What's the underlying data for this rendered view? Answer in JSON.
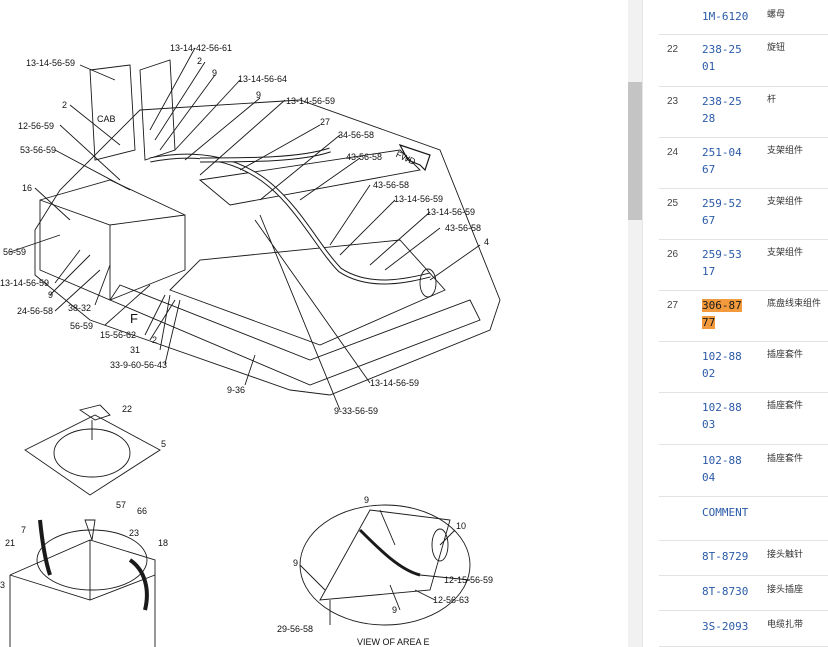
{
  "diagram": {
    "labels": [
      "13-14-56-59",
      "13-14-42-56-61",
      "2",
      "9",
      "13-14-56-64",
      "9",
      "13-14-56-59",
      "2",
      "CAB",
      "27",
      "12-56-59",
      "34-56-58",
      "53-56-59",
      "43-56-58",
      "16",
      "43-56-58",
      "13-14-56-59",
      "13-14-56-59",
      "56-59",
      "43-56-58",
      "4",
      "13-14-56-59",
      "9",
      "38-32",
      "24-56-58",
      "F",
      "56-59",
      "15-56-62",
      "2",
      "31",
      "33-9-60-56-43",
      "9-36",
      "13-14-56-59",
      "9-33-56-59",
      "22",
      "5",
      "57",
      "66",
      "7",
      "23",
      "21",
      "18",
      "3",
      "9",
      "10",
      "9",
      "12-15-56-59",
      "12-56-63",
      "9",
      "29-56-58",
      "VIEW OF AREA E"
    ],
    "fwd_label": "FWD"
  },
  "parts": [
    {
      "pos": "",
      "number": "1M-6120",
      "name": "螺母",
      "highlight": false
    },
    {
      "pos": "22",
      "number": "238-2501",
      "name": "旋钮",
      "highlight": false
    },
    {
      "pos": "23",
      "number": "238-2528",
      "name": "杆",
      "highlight": false
    },
    {
      "pos": "24",
      "number": "251-0467",
      "name": "支架组件",
      "highlight": false
    },
    {
      "pos": "25",
      "number": "259-5267",
      "name": "支架组件",
      "highlight": false
    },
    {
      "pos": "26",
      "number": "259-5317",
      "name": "支架组件",
      "highlight": false
    },
    {
      "pos": "27",
      "number": "306-8777",
      "name": "底盘线束组件",
      "highlight": true
    },
    {
      "pos": "",
      "number": "102-8802",
      "name": "插座套件",
      "highlight": false
    },
    {
      "pos": "",
      "number": "102-8803",
      "name": "插座套件",
      "highlight": false
    },
    {
      "pos": "",
      "number": "102-8804",
      "name": "插座套件",
      "highlight": false
    },
    {
      "pos": "",
      "number": "COMMENT",
      "name": "",
      "highlight": false
    },
    {
      "pos": "",
      "number": "8T-8729",
      "name": "接头触针",
      "highlight": false
    },
    {
      "pos": "",
      "number": "8T-8730",
      "name": "接头插座",
      "highlight": false
    },
    {
      "pos": "",
      "number": "3S-2093",
      "name": "电缆扎带",
      "highlight": false
    }
  ]
}
